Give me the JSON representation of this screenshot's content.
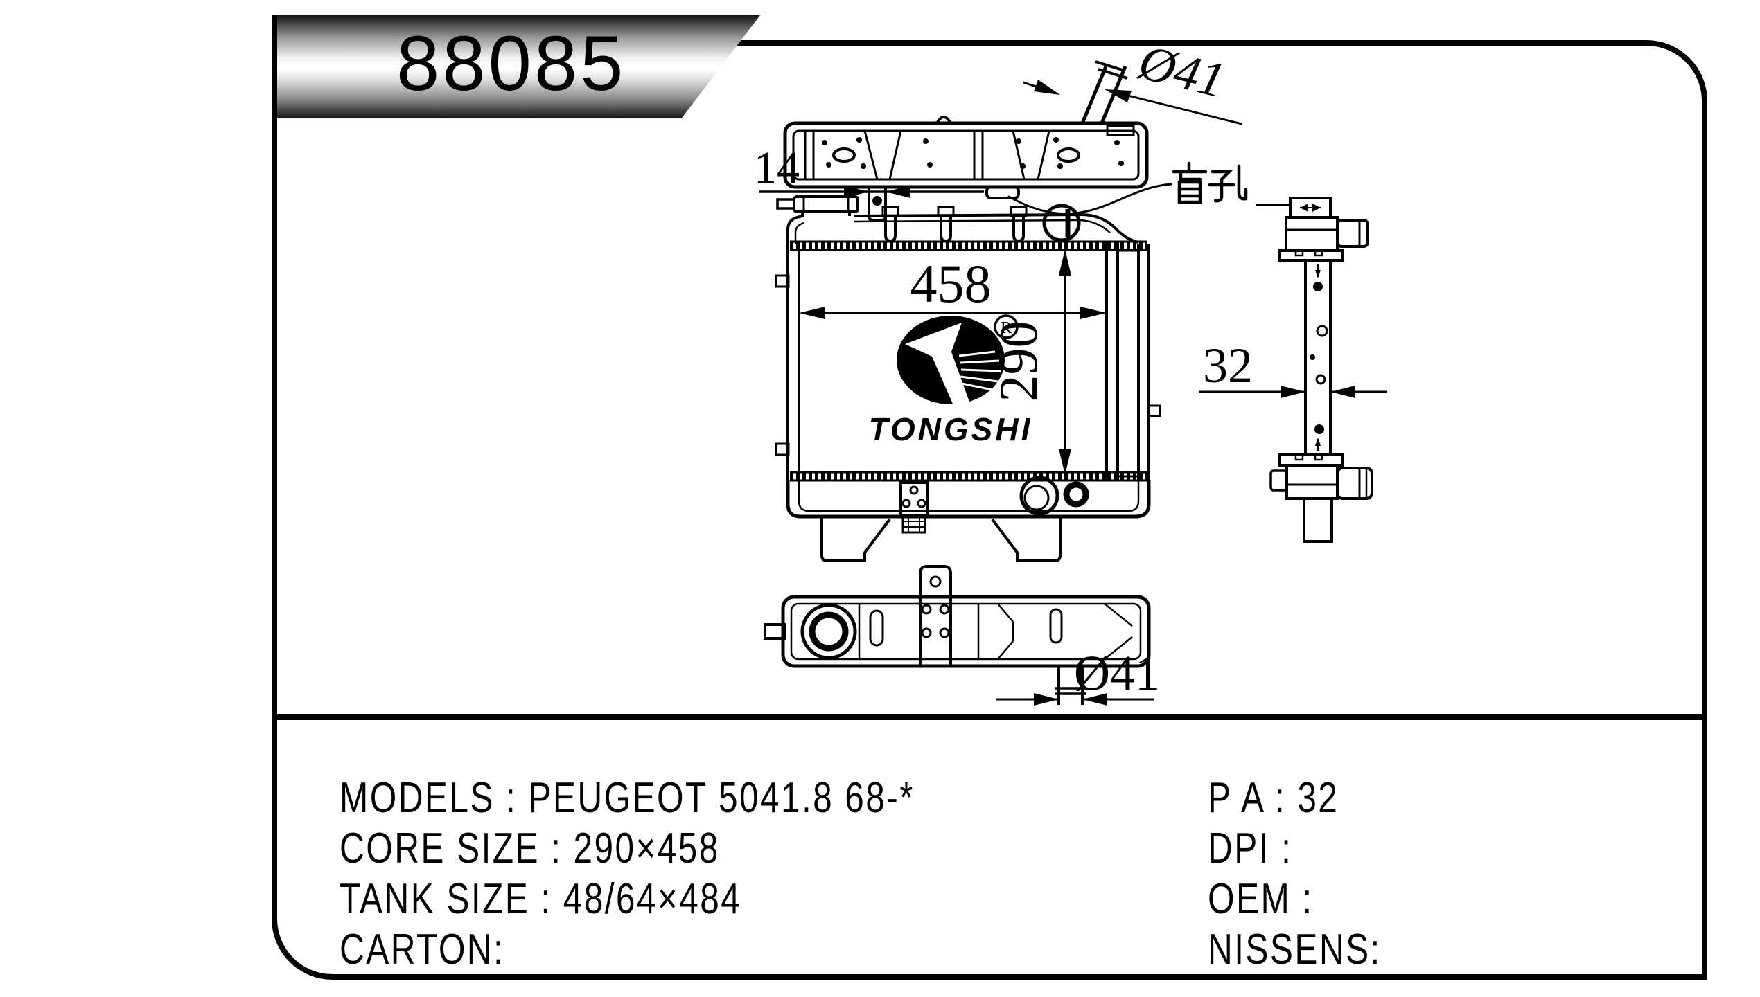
{
  "part_number": "88085",
  "annotations": {
    "top_width": "14",
    "inlet_diameter": "Ø41",
    "blind_hole": "盲孔",
    "core_width": "458",
    "core_height": "290",
    "core_thickness": "32",
    "outlet_diameter": "Ø41",
    "registered": "R",
    "brand": "TONGSHI"
  },
  "specs": {
    "left": [
      "MODELS : PEUGEOT 5041.8 68-*",
      "CORE SIZE : 290×458",
      "TANK SIZE : 48/64×484",
      "CARTON:"
    ],
    "right": [
      "P A : 32",
      "DPI :",
      "OEM :",
      "NISSENS:"
    ]
  },
  "colors": {
    "ink": "#000000",
    "paper": "#ffffff"
  }
}
